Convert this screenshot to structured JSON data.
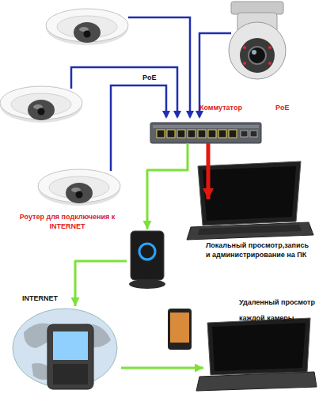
{
  "diagram": {
    "nodes": [
      {
        "text": [
          "Коммутатор",
          "PoE"
        ]
      },
      {
        "text": [
          "Локальный просмотр,запись и администрирование на ПК"
        ]
      },
      {
        "text": [
          "Роутер для подключения к INTERNET"
        ]
      },
      {
        "text": [
          "INTERNET"
        ]
      },
      {
        "text": [
          "Удаленный просмотр каждой камеры"
        ]
      }
    ],
    "edges": [
      {
        "from": 0,
        "to": 1,
        "arrow": "to"
      },
      {
        "from": 0,
        "to": 2,
        "arrow": "to"
      },
      {
        "from": 2,
        "to": 3,
        "arrow": "to"
      },
      {
        "from": 3,
        "to": 4,
        "arrow": "to"
      }
    ],
    "labels": [
      "PoE"
    ]
  }
}
